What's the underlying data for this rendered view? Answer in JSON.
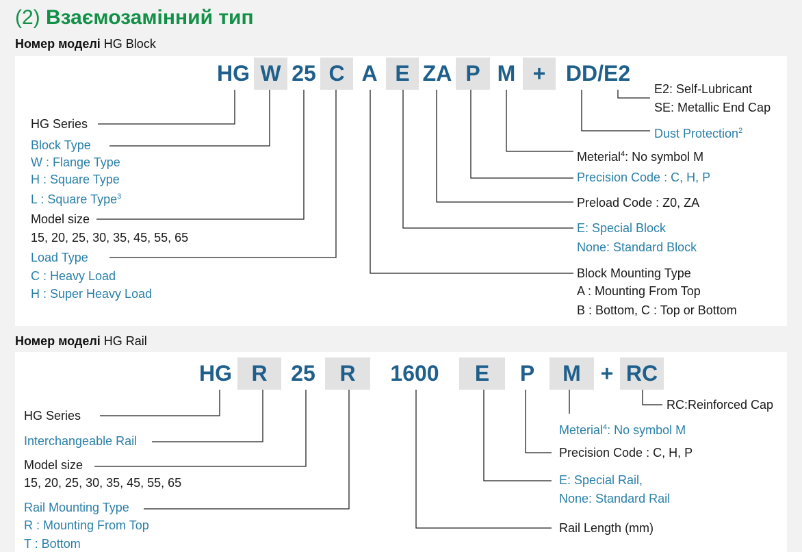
{
  "heading": {
    "prefix": "(2) ",
    "title": "Взаємозамінний тип"
  },
  "block": {
    "subtitle_bold": "Номер моделі",
    "subtitle_rest": " HG Block",
    "code": [
      "HG",
      "W",
      "25",
      "C",
      "A",
      "E",
      "ZA",
      "P",
      "M",
      "+",
      "DD/E2"
    ],
    "labels": {
      "e2": "E2: Self-Lubricant",
      "se": "SE: Metallic End Cap",
      "dust": "Dust Protection",
      "dust_sup": "2",
      "material": "Meterial",
      "material_sup": "4",
      "material_rest": ": No symbol M",
      "precision": "Precision Code : C, H, P",
      "preload": "Preload Code : Z0, ZA",
      "special": "E: Special Block",
      "standard": "None: Standard Block",
      "mounting": "Block Mounting Type",
      "mount_a": "A : Mounting From Top",
      "mount_b": "B : Bottom, C : Top or Bottom",
      "series": "HG Series",
      "block_type": "Block  Type",
      "flange": "W : Flange  Type",
      "square_h": "H : Square Type",
      "square_l": "L : Square Type",
      "square_l_sup": "3",
      "model_size": "Model size",
      "sizes": "15, 20, 25, 30, 35, 45, 55, 65",
      "load_type": "Load Type",
      "heavy": "C : Heavy Load",
      "super_heavy": "H : Super Heavy Load"
    }
  },
  "rail": {
    "subtitle_bold": "Номер моделі",
    "subtitle_rest": " HG Rail",
    "code": [
      "HG",
      "R",
      "25",
      "R",
      "1600",
      "E",
      "P",
      "M",
      "+",
      "RC"
    ],
    "labels": {
      "rc": "RC:Reinforced Cap",
      "material": "Meterial",
      "material_sup": "4",
      "material_rest": ": No symbol M",
      "precision": "Precision Code : C, H, P",
      "special": "E: Special Rail,",
      "standard": "None: Standard Rail",
      "length": "Rail Length (mm)",
      "series": "HG Series",
      "interchangeable": "Interchangeable Rail",
      "model_size": "Model size",
      "sizes": "15, 20, 25, 30, 35, 45, 55, 65",
      "mount_type": "Rail Mounting Type",
      "mount_r": "R : Mounting From Top",
      "mount_t": "T : Bottom"
    }
  }
}
